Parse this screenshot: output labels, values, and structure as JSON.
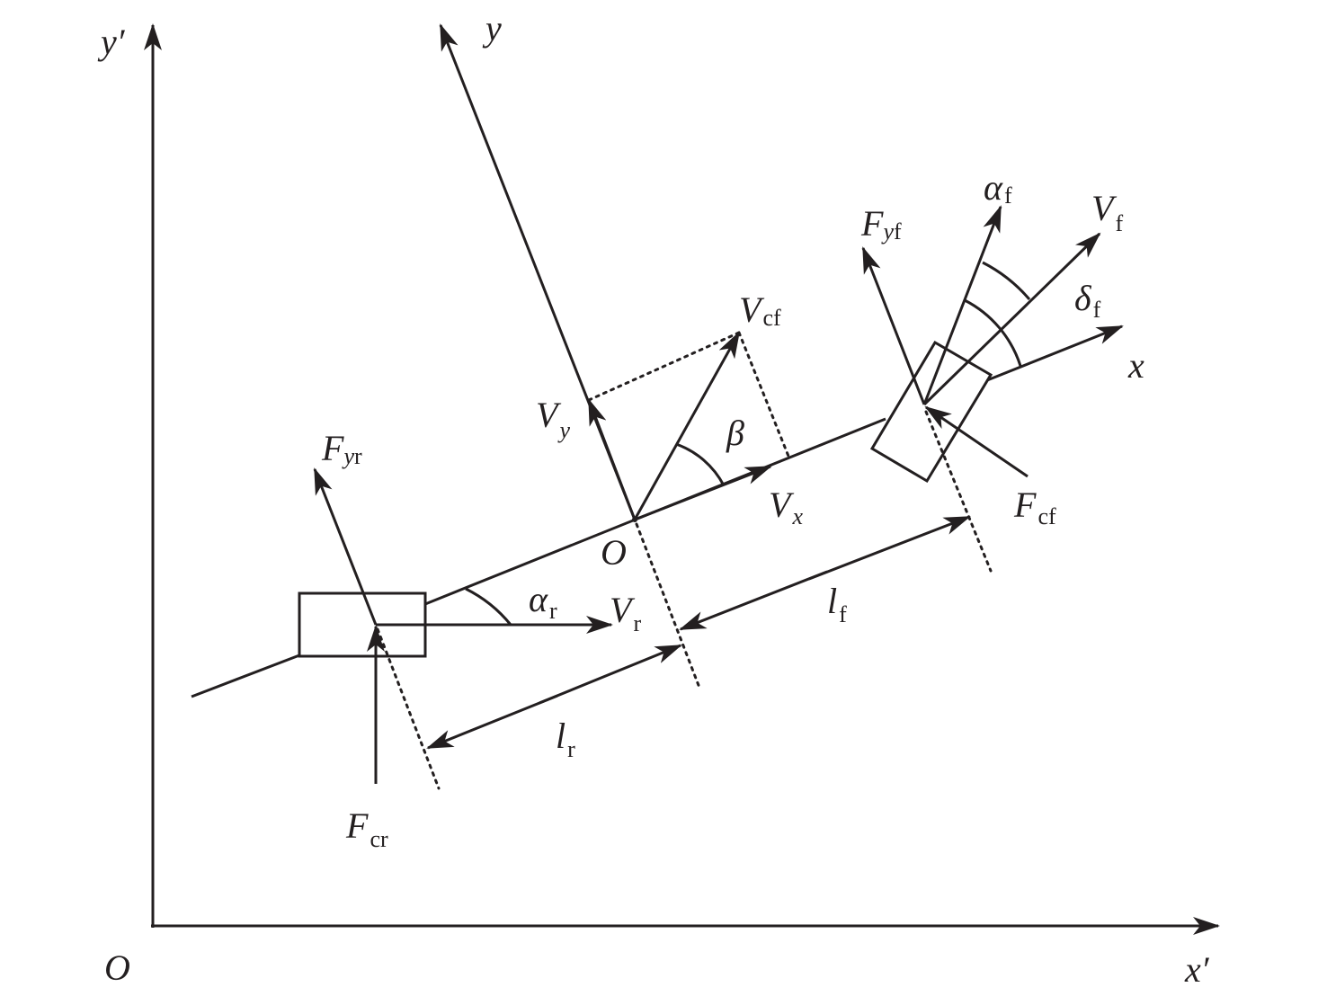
{
  "labels": {
    "y_prime": "y′",
    "x_prime": "x′",
    "origin_global": "O",
    "origin_body": "O",
    "y": "y",
    "x": "x",
    "V_cf": {
      "main": "V",
      "sub": "cf"
    },
    "V_y": {
      "main": "V",
      "sub": "y"
    },
    "V_x": {
      "main": "V",
      "sub": "x"
    },
    "beta": "β",
    "F_yr": {
      "main": "F",
      "sub_i": "y",
      "sub": "r"
    },
    "F_cr": {
      "main": "F",
      "sub": "cr"
    },
    "alpha_r": {
      "main": "α",
      "sub": "r"
    },
    "V_r": {
      "main": "V",
      "sub": "r"
    },
    "l_r": {
      "main": "l",
      "sub": "r"
    },
    "l_f": {
      "main": "l",
      "sub": "f"
    },
    "F_yf": {
      "main": "F",
      "sub_i": "y",
      "sub": "f"
    },
    "alpha_f": {
      "main": "α",
      "sub": "f"
    },
    "V_f": {
      "main": "V",
      "sub": "f"
    },
    "delta_f": {
      "main": "δ",
      "sub": "f"
    },
    "F_cf": {
      "main": "F",
      "sub": "cf"
    }
  }
}
